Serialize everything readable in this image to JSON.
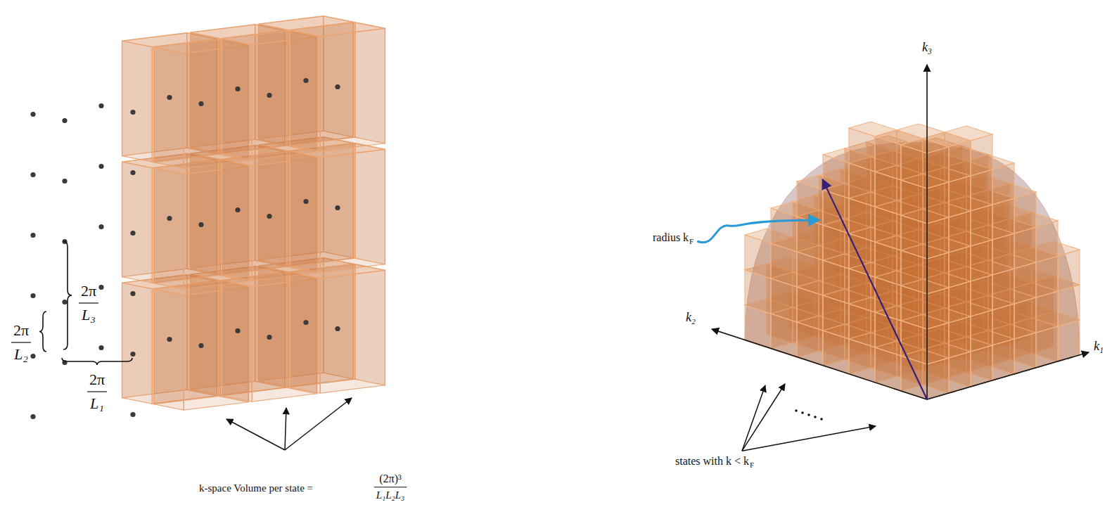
{
  "diagram": {
    "labels": [
      "2π",
      "L₃",
      "2π",
      "L₂",
      "2π",
      "L₁",
      "k-space Volume per state =",
      "(2π)³",
      "L₁L₂L₃",
      "k₃",
      "k₂",
      "k₁",
      "radius k",
      "F",
      "states with k < k",
      "F"
    ]
  }
}
